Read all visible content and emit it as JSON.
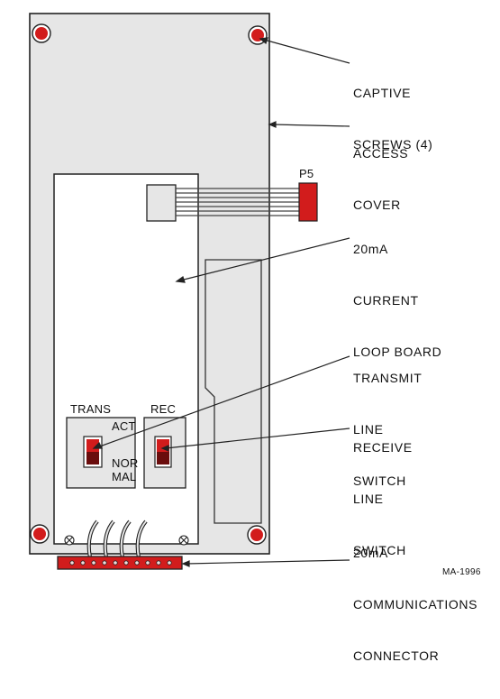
{
  "figure_id": "MA-1996",
  "colors": {
    "panel": "#e6e6e6",
    "board": "#ffffff",
    "outline": "#222222",
    "red": "#d21c1c",
    "dark_red": "#8a0f0f"
  },
  "callouts": {
    "captive_screws": [
      "CAPTIVE",
      "SCREWS (4)"
    ],
    "access_cover": [
      "ACCESS",
      "COVER"
    ],
    "loop_board": [
      "20mA",
      "CURRENT",
      "LOOP BOARD"
    ],
    "transmit_switch": [
      "TRANSMIT",
      "LINE",
      "SWITCH"
    ],
    "receive_switch": [
      "RECEIVE",
      "LINE",
      "SWITCH"
    ],
    "comms_connector": [
      "20mA",
      "COMMUNICATIONS",
      "CONNECTOR"
    ]
  },
  "board_labels": {
    "p5": "P5",
    "trans": "TRANS",
    "rec": "REC",
    "act": "ACT",
    "normal": [
      "NOR",
      "MAL"
    ]
  }
}
